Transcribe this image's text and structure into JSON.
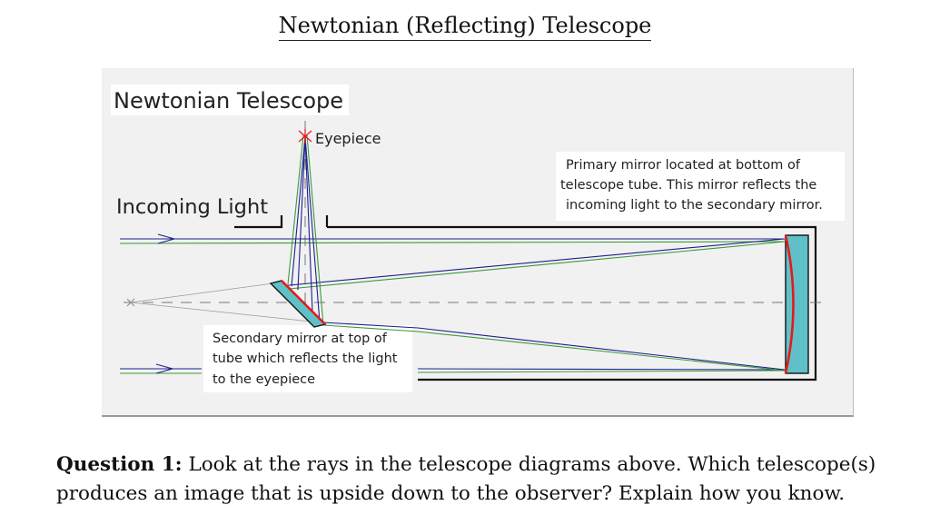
{
  "page_title": "Newtonian (Reflecting) Telescope",
  "figure": {
    "heading": "Newtonian Telescope",
    "eyepiece_label": "Eyepiece",
    "incoming_light_label": "Incoming Light",
    "primary_label": [
      "Primary mirror located at bottom of",
      "telescope tube.  This mirror reflects the",
      "incoming light to the secondary mirror."
    ],
    "secondary_label": [
      "Secondary mirror at top of",
      "tube which reflects the light",
      "to the eyepiece"
    ]
  },
  "question": {
    "label": "Question 1:",
    "text": " Look at the rays in the telescope diagrams above. Which telescope(s) produces an image that is upside down to the observer? Explain how you know."
  },
  "colors": {
    "ray_blue": "#1f1f8f",
    "ray_green": "#3a9a3a",
    "mirror_fill": "#5fc0c8",
    "mirror_surface": "#e81818",
    "tube": "#111111"
  }
}
